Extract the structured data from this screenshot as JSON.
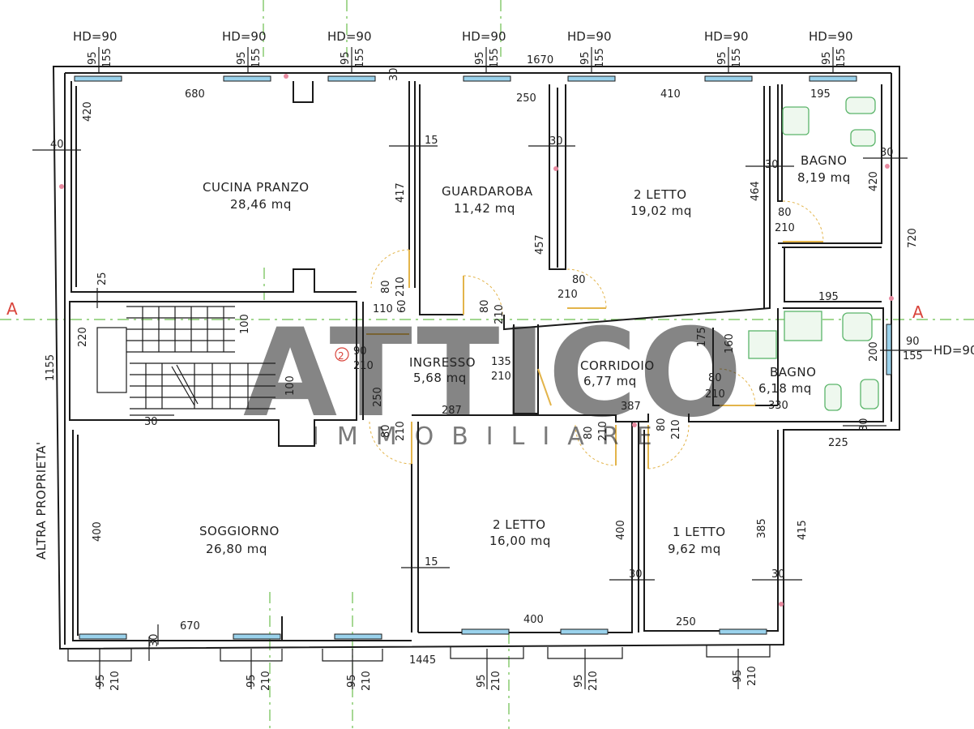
{
  "rooms": {
    "cucina_name": "CUCINA PRANZO",
    "cucina_area": "28,46 mq",
    "guardaroba_name": "GUARDAROBA",
    "guardaroba_area": "11,42 mq",
    "letto_top_name": "2 LETTO",
    "letto_top_area": "19,02 mq",
    "bagno_top_name": "BAGNO",
    "bagno_top_area": "8,19 mq",
    "ingresso_name": "INGRESSO",
    "ingresso_area": "5,68 mq",
    "corridoio_name": "CORRIDOIO",
    "corridoio_area": "6,77 mq",
    "bagno_mid_name": "BAGNO",
    "bagno_mid_area": "6,18 mq",
    "soggiorno_name": "SOGGIORNO",
    "soggiorno_area": "26,80 mq",
    "letto_mid_name": "2 LETTO",
    "letto_mid_area": "16,00 mq",
    "letto_small_name": "1 LETTO",
    "letto_small_area": "9,62 mq"
  },
  "side_label": "ALTRA PROPRIETA'",
  "section_mark": "A",
  "stair_marker": "2",
  "window_hd": "HD=90",
  "hd_side": "HD=90",
  "watermark": {
    "brand": "ATTICO",
    "sub": "IMMOBILIARE"
  },
  "dims": {
    "top_total": "1670",
    "bottom_total": "1445",
    "left_total": "1155",
    "w95": "95",
    "w155": "155",
    "w210": "210",
    "w90": "90",
    "d680": "680",
    "d250": "250",
    "d410": "410",
    "d195a": "195",
    "d420a": "420",
    "d40": "40",
    "d417": "417",
    "d15a": "15",
    "d30a": "30",
    "d30b": "30",
    "d30c": "30",
    "d464": "464",
    "d420b": "420",
    "d720": "720",
    "d457": "457",
    "d80a": "80",
    "d210a": "210",
    "d80b": "80",
    "d210b": "210",
    "d80c": "80",
    "d210c": "210",
    "d110": "110",
    "d60": "60",
    "d80d": "80",
    "d210d": "210",
    "d25": "25",
    "d220": "220",
    "d100a": "100",
    "d100b": "100",
    "d195b": "195",
    "d175": "175",
    "d160": "160",
    "d200": "200",
    "d135": "135",
    "d210e": "210",
    "d90": "90",
    "d210f": "210",
    "d80e": "80",
    "d210g": "210",
    "d330": "330",
    "d250b": "250",
    "d287": "287",
    "d387": "387",
    "d225": "225",
    "d30d": "30",
    "d80f": "80",
    "d210h": "210",
    "d80g": "80",
    "d210i": "210",
    "d80h": "80",
    "d210j": "210",
    "d400a": "400",
    "d400b": "400",
    "d385": "385",
    "d415": "415",
    "d15b": "15",
    "d30e": "30",
    "d30f": "30",
    "d670": "670",
    "d30g": "30",
    "d400c": "400",
    "d250c": "250"
  }
}
